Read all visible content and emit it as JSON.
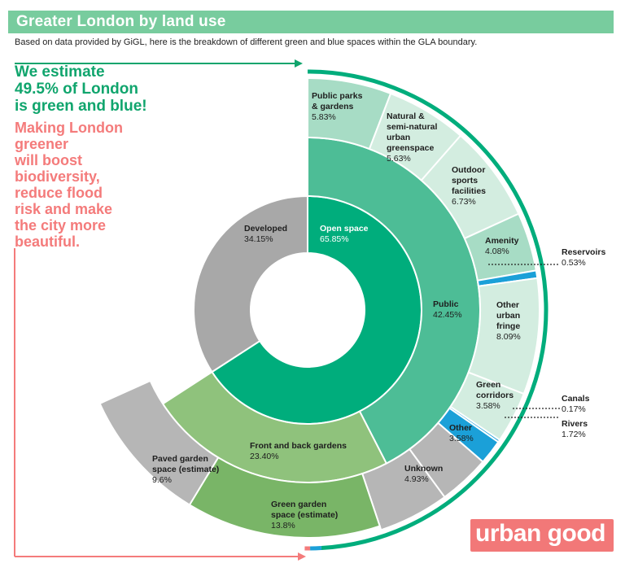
{
  "title": "Greater London by land use",
  "subtitle": "Based on data provided by GiGL, here is the breakdown of different green and blue spaces within the GLA boundary.",
  "estimate_lines": [
    "We estimate",
    "49.5% of London",
    "is green and blue!"
  ],
  "message_lines": [
    "Making London",
    "greener",
    "will boost",
    "biodiversity,",
    "reduce flood",
    "risk and make",
    "the city more",
    "beautiful."
  ],
  "logo_text": "urban good",
  "colors": {
    "title_bar": "#78cc9e",
    "green_highlight": "#10a56d",
    "red_highlight": "#f47b7b",
    "open_space": "#00ad7c",
    "public": "#4dbd96",
    "public_sub": "#a7dcc5",
    "green_sub_light": "#d3ede0",
    "gardens": "#8fc27c",
    "green_garden": "#79b567",
    "developed": "#a8a8a8",
    "grey_sub": "#b6b6b6",
    "water": "#1ba0d8",
    "outer_ring": "#00ad7c",
    "outer_ring_red": "#f47b7b"
  },
  "chart_data": {
    "type": "sunburst",
    "inner": [
      {
        "name": "Open space",
        "value": 65.85
      },
      {
        "name": "Developed",
        "value": 34.15
      }
    ],
    "middle": [
      {
        "name": "Public",
        "value": 42.45
      },
      {
        "name": "Front and back gardens",
        "value": 23.4
      }
    ],
    "outer": [
      {
        "name": "Public parks & gardens",
        "value": 5.83
      },
      {
        "name": "Natural & semi-natural urban greenspace",
        "value": 5.63
      },
      {
        "name": "Outdoor sports facilities",
        "value": 6.73
      },
      {
        "name": "Amenity",
        "value": 4.08
      },
      {
        "name": "Reservoirs",
        "value": 0.53
      },
      {
        "name": "Other urban fringe",
        "value": 8.09
      },
      {
        "name": "Green corridors",
        "value": 3.58
      },
      {
        "name": "Canals",
        "value": 0.17
      },
      {
        "name": "Rivers",
        "value": 1.72
      },
      {
        "name": "Other",
        "value": 3.58
      },
      {
        "name": "Unknown",
        "value": 4.93
      },
      {
        "name": "Green garden space (estimate)",
        "value": 13.8
      },
      {
        "name": "Paved garden space (estimate)",
        "value": 9.6
      }
    ],
    "labels": {
      "open_space": [
        "Open space",
        "65.85%"
      ],
      "developed": [
        "Developed",
        "34.15%"
      ],
      "public": [
        "Public",
        "42.45%"
      ],
      "gardens": [
        "Front and back gardens",
        "23.40%"
      ],
      "parks": [
        "Public parks",
        "& gardens",
        "5.83%"
      ],
      "natural": [
        "Natural &",
        "semi-natural",
        "urban",
        "greenspace",
        "5.63%"
      ],
      "sports": [
        "Outdoor",
        "sports",
        "facilities",
        "6.73%"
      ],
      "amenity": [
        "Amenity",
        "4.08%"
      ],
      "reservoirs": [
        "Reservoirs",
        "0.53%"
      ],
      "fringe": [
        "Other",
        "urban",
        "fringe",
        "8.09%"
      ],
      "corridors": [
        "Green",
        "corridors",
        "3.58%"
      ],
      "canals": [
        "Canals",
        "0.17%"
      ],
      "rivers": [
        "Rivers",
        "1.72%"
      ],
      "other": [
        "Other",
        "3.58%"
      ],
      "unknown": [
        "Unknown",
        "4.93%"
      ],
      "green_garden": [
        "Green garden",
        "space (estimate)",
        "13.8%"
      ],
      "paved_garden": [
        "Paved garden",
        "space (estimate)",
        "9.6%"
      ]
    }
  }
}
